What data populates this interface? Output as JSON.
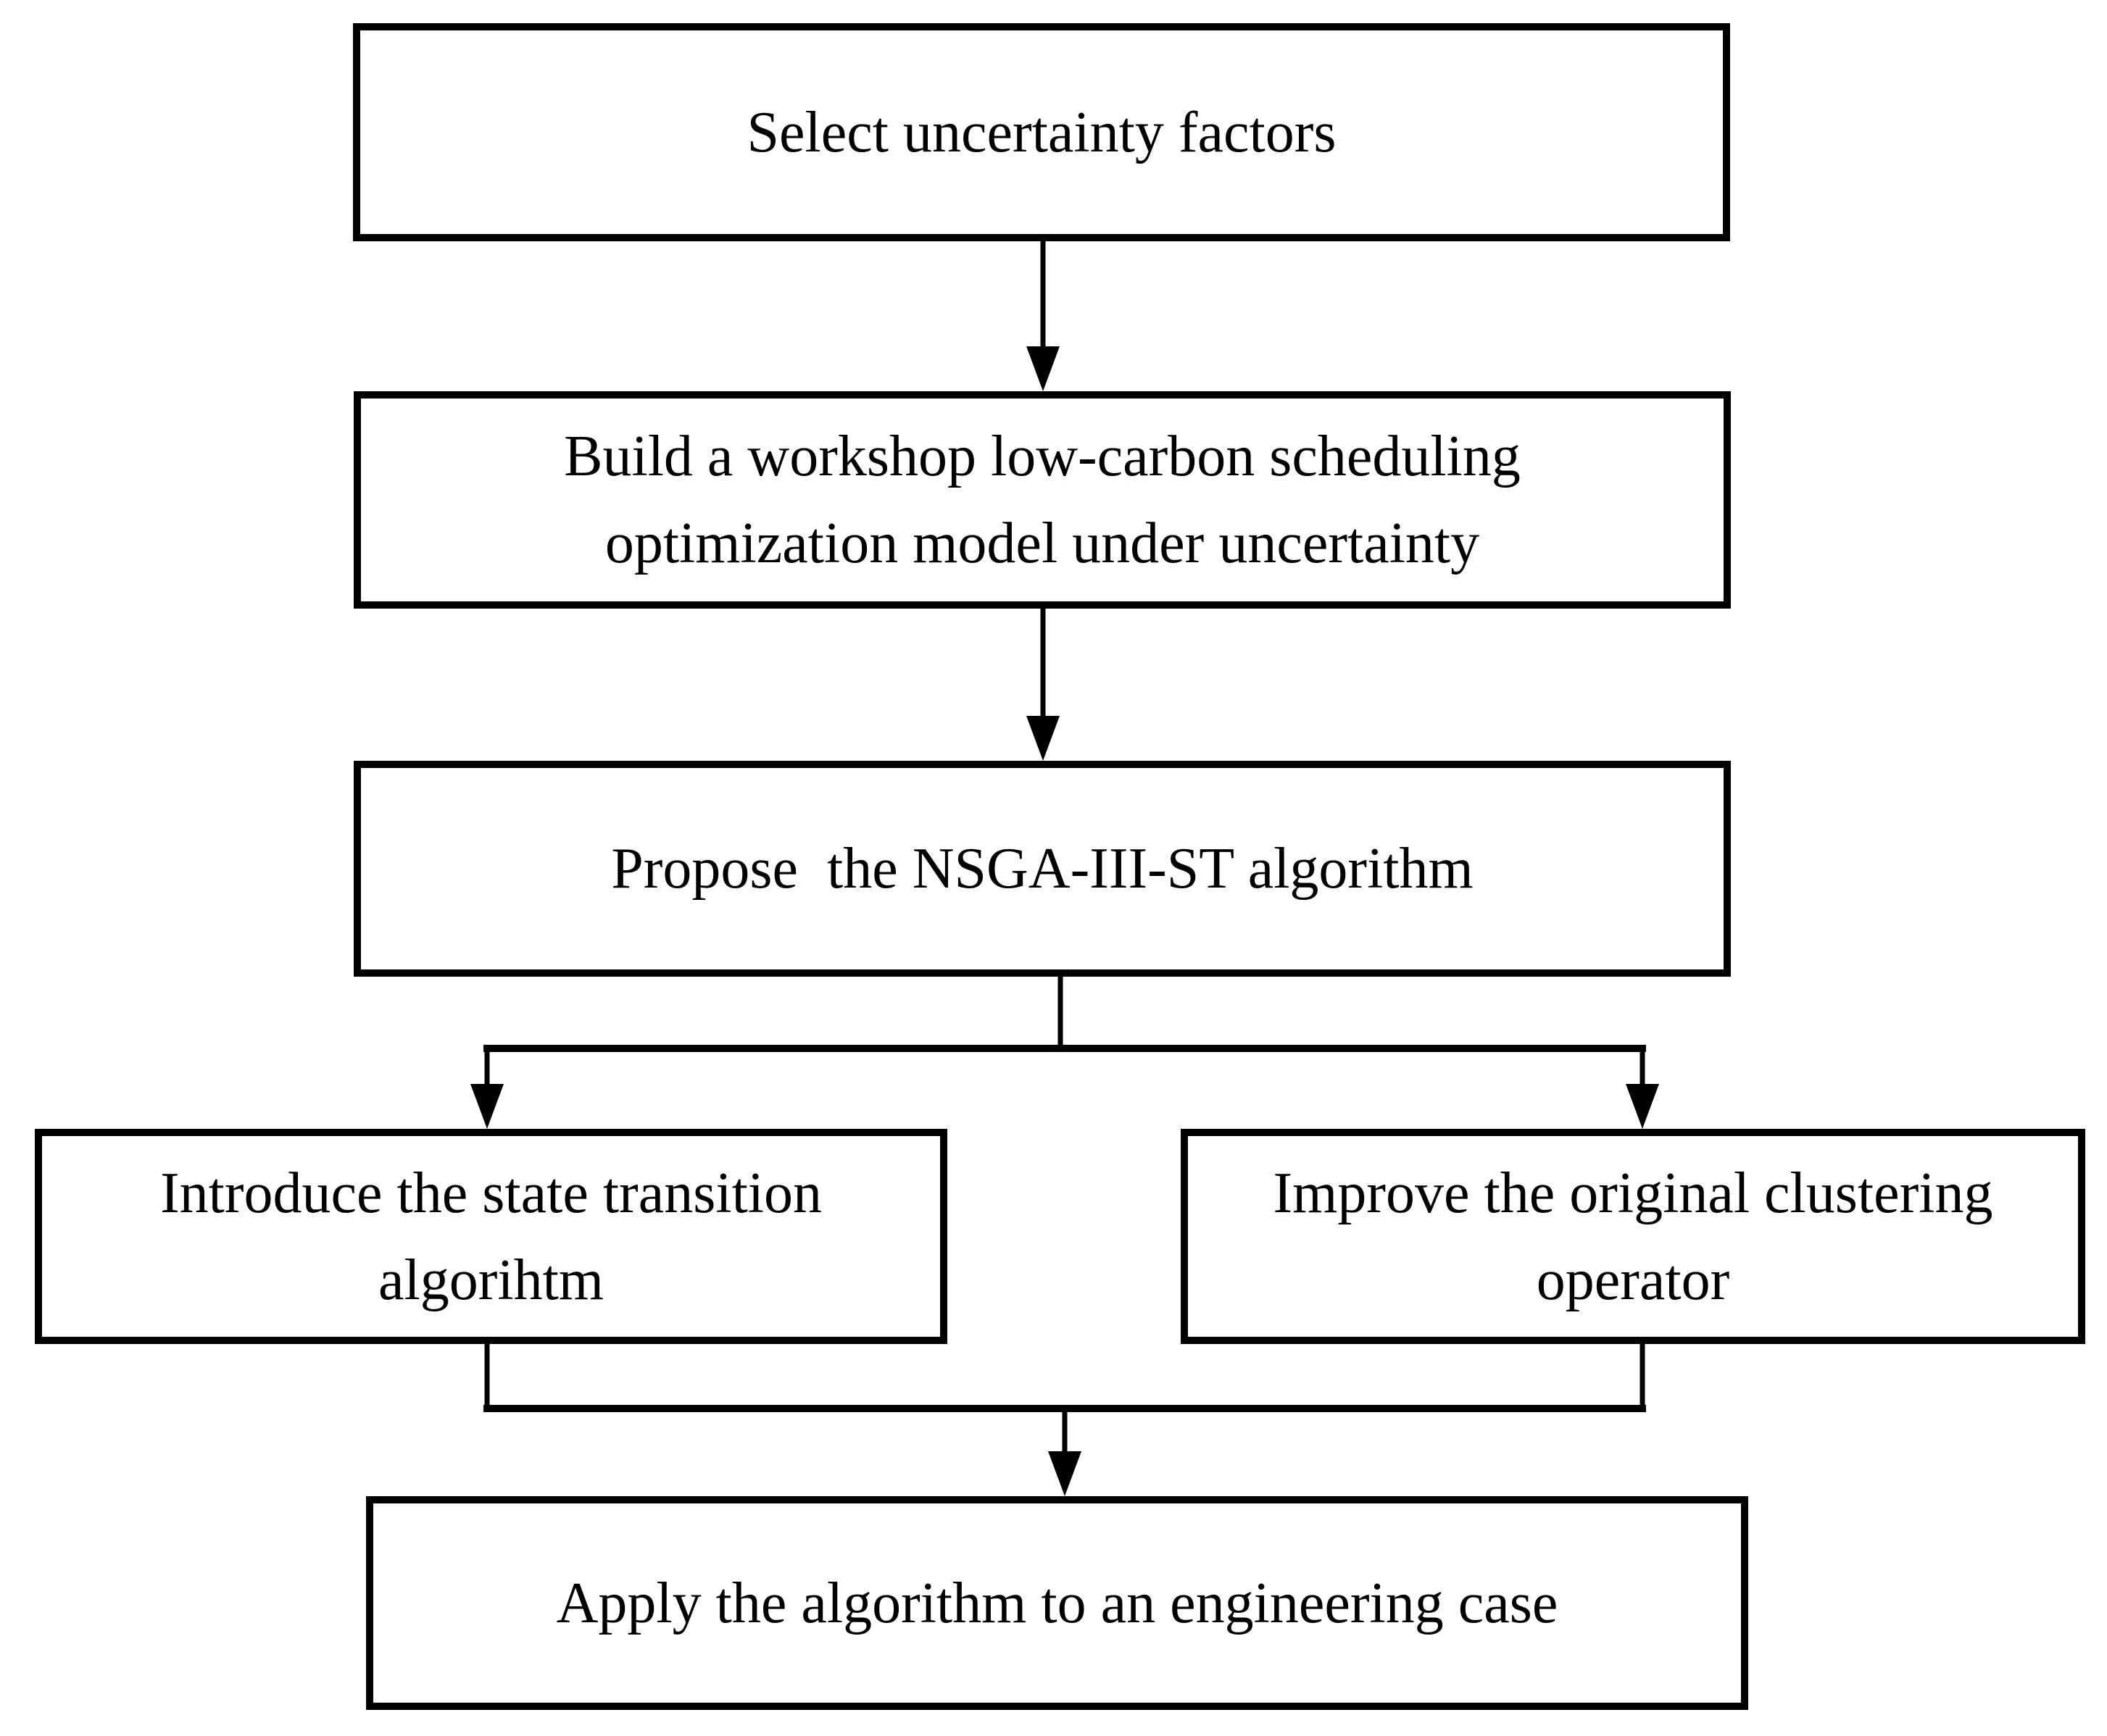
{
  "figure": {
    "type": "flowchart",
    "background_color": "#ffffff",
    "line_color": "#000000",
    "box_fill_color": "#ffffff",
    "text_color": "#000000"
  },
  "nodes": [
    {
      "id": "select-uncertainty-factors",
      "label": "Select uncertainty factors"
    },
    {
      "id": "build-model",
      "label": "Build a workshop low-carbon scheduling\noptimization model under uncertainty"
    },
    {
      "id": "propose-algorithm",
      "label": "Propose  the NSGA-III-ST algorithm"
    },
    {
      "id": "introduce-state-transition",
      "label": "Introduce the state transition\nalgorihtm"
    },
    {
      "id": "improve-clustering-operator",
      "label": "Improve the original clustering\noperator"
    },
    {
      "id": "apply-engineering-case",
      "label": "Apply the algorithm to an engineering case"
    }
  ],
  "edges": [
    {
      "from": "select-uncertainty-factors",
      "to": "build-model"
    },
    {
      "from": "build-model",
      "to": "propose-algorithm"
    },
    {
      "from": "propose-algorithm",
      "to": "introduce-state-transition"
    },
    {
      "from": "propose-algorithm",
      "to": "improve-clustering-operator"
    },
    {
      "from": "introduce-state-transition",
      "to": "apply-engineering-case"
    },
    {
      "from": "improve-clustering-operator",
      "to": "apply-engineering-case"
    }
  ]
}
